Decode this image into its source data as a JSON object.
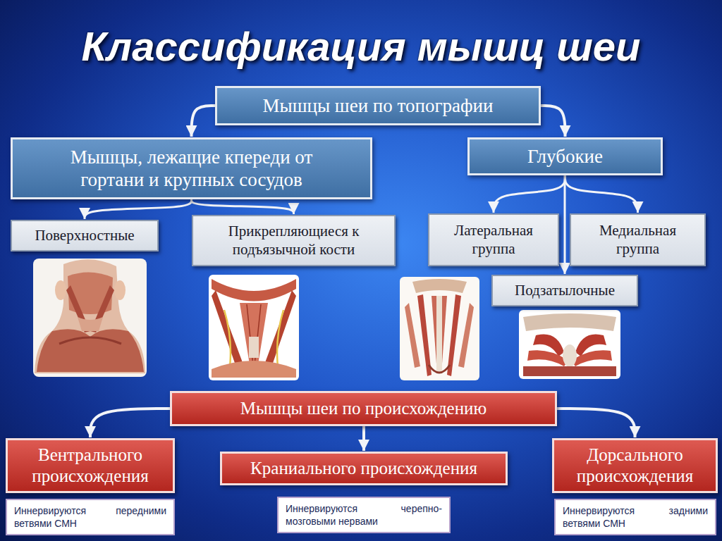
{
  "diagram": {
    "title": "Классификация мышц шеи",
    "nodes": [
      {
        "text": [
          "Мышцы шеи по топографии"
        ]
      },
      {
        "text": [
          "Мышцы, лежащие кпереди от гортани и крупных сосудов"
        ]
      },
      {
        "text": [
          "Глубокие"
        ]
      },
      {
        "text": [
          "Поверхностные"
        ]
      },
      {
        "text": [
          "Прикрепляющиеся к подъязычной кости"
        ]
      },
      {
        "text": [
          "Латеральная группа"
        ]
      },
      {
        "text": [
          "Медиальная группа"
        ]
      },
      {
        "text": [
          "Подзатылочные"
        ]
      },
      {
        "text": [
          "Мышцы шеи по происхождению"
        ]
      },
      {
        "text": [
          "Вентрального происхождения"
        ]
      },
      {
        "text": [
          "Краниального происхождения"
        ]
      },
      {
        "text": [
          "Дорсального происхождения"
        ]
      },
      {
        "text": [
          "Иннервируются передними ветвями СМН"
        ]
      },
      {
        "text": [
          "Иннервируются черепно-мозговыми нервами"
        ]
      },
      {
        "text": [
          "Иннервируются задними ветвями СМН"
        ]
      }
    ],
    "edges": [
      {
        "from": 0,
        "to": 1,
        "arrow": "to"
      },
      {
        "from": 0,
        "to": 2,
        "arrow": "to"
      },
      {
        "from": 1,
        "to": 3,
        "arrow": "to"
      },
      {
        "from": 1,
        "to": 4,
        "arrow": "to"
      },
      {
        "from": 2,
        "to": 5,
        "arrow": "to"
      },
      {
        "from": 2,
        "to": 6,
        "arrow": "to"
      },
      {
        "from": 2,
        "to": 7,
        "arrow": "to"
      },
      {
        "from": 8,
        "to": 9,
        "arrow": "to"
      },
      {
        "from": 8,
        "to": 10,
        "arrow": "to"
      },
      {
        "from": 8,
        "to": 11,
        "arrow": "to"
      }
    ]
  }
}
